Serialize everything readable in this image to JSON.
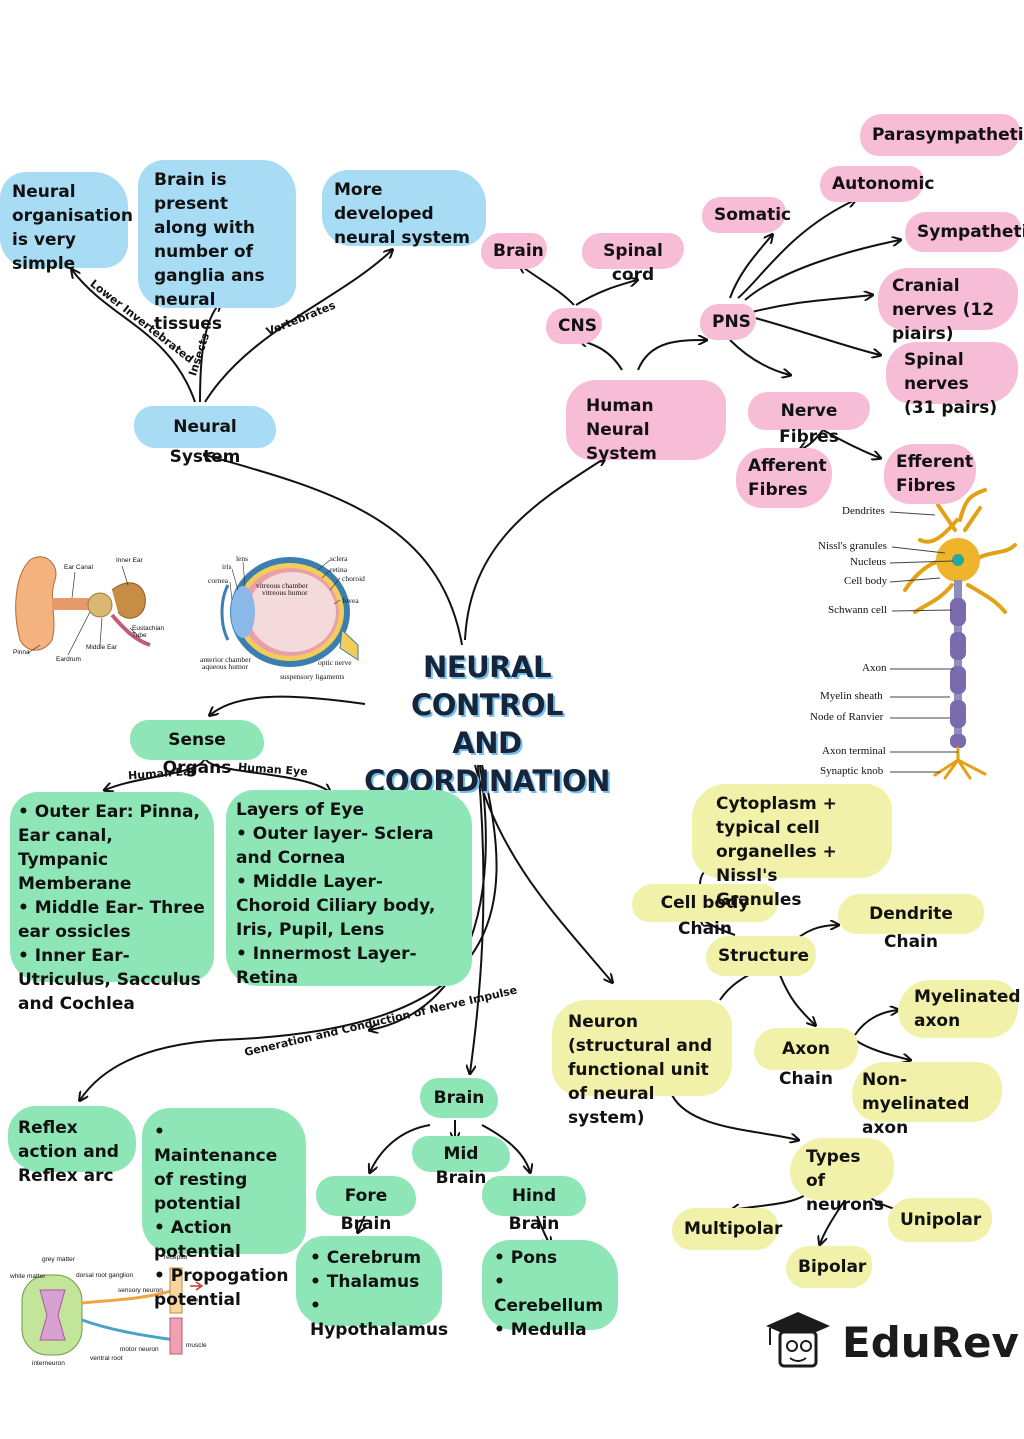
{
  "title": [
    "NEURAL CONTROL",
    "AND",
    "COORDINATION"
  ],
  "neural_system": {
    "root": "Neural System",
    "lower": "Neural organisation is very simple",
    "insects": "Brain is present along with number of ganglia ans neural tissues",
    "vertebrates": "More developed neural system",
    "labels": {
      "lower": "Lower Invertebrated",
      "insects": "Insects",
      "vertebrates": "Vertebrates"
    }
  },
  "human_neural": {
    "root": "Human Neural System",
    "cns": "CNS",
    "brain": "Brain",
    "spinal_cord": "Spinal cord",
    "pns": "PNS",
    "somatic": "Somatic",
    "autonomic": "Autonomic",
    "parasympathetic": "Parasympathetic",
    "sympathetic": "Sympathetic",
    "cranial": "Cranial nerves (12 piairs)",
    "spinal": "Spinal nerves (31 pairs)",
    "nerve_fibres": "Nerve Fibres",
    "afferent": "Afferent Fibres",
    "efferent": "Efferent Fibres"
  },
  "neuron_labels": [
    "Dendrites",
    "Nissl's granules",
    "Nucleus",
    "Cell body",
    "Schwann cell",
    "Axon",
    "Myelin sheath",
    "Node of Ranvier",
    "Axon terminal",
    "Synaptic knob"
  ],
  "ear_labels": [
    "Ear Canal",
    "Inner Ear",
    "Eustachian Tube",
    "Pinna",
    "Eardrum",
    "Middle Ear"
  ],
  "eye_labels": [
    "lens",
    "iris",
    "cornea",
    "vitreous chamber",
    "vitreous humor",
    "sclera",
    "retina",
    "choroid",
    "fovea",
    "anterior chamber",
    "aqueous humor",
    "optic nerve",
    "suspensory ligaments"
  ],
  "sense_organs": {
    "root": "Sense Organs",
    "ear_label": "Human Ear",
    "eye_label": "Human Eye",
    "ear": [
      "• Outer Ear: Pinna, Ear canal, Tympanic Memberane",
      "• Middle Ear- Three ear ossicles",
      "• Inner Ear- Utriculus, Sacculus and Cochlea"
    ],
    "eye": [
      "Layers of Eye",
      "• Outer layer- Sclera and Cornea",
      "• Middle Layer- Choroid Ciliary body, Iris, Pupil, Lens",
      "• Innermost Layer- Retina"
    ]
  },
  "neuron": {
    "root": "Neuron (structural and functional unit of neural system)",
    "structure": "Structure",
    "cell_body": "Cell body Chain",
    "cytoplasm": "Cytoplasm + typical cell organelles + Nissl's Granules",
    "dendrite": "Dendrite Chain",
    "axon": "Axon Chain",
    "myelinated": "Myelinated axon",
    "non_myelinated": "Non-myelinated axon",
    "types": "Types of neurons",
    "multipolar": "Multipolar",
    "bipolar": "Bipolar",
    "unipolar": "Unipolar"
  },
  "impulse": {
    "label": "Generation and Conduction of Nerve Impulse",
    "items": [
      "• Maintenance of resting potential",
      "• Action potential",
      "• Propogation potential"
    ],
    "reflex": "Reflex action and Reflex arc"
  },
  "reflex_labels": [
    "grey matter",
    "white matter",
    "dorsal root ganglion",
    "sensory neuron",
    "receptor",
    "pin",
    "interneuron",
    "ventral root",
    "motor neuron",
    "muscle"
  ],
  "brain": {
    "root": "Brain",
    "mid": "Mid Brain",
    "fore": "Fore Brain",
    "hind": "Hind Brain",
    "fore_items": [
      "• Cerebrum",
      "• Thalamus",
      "• Hypothalamus"
    ],
    "hind_items": [
      "• Pons",
      "• Cerebellum",
      "• Medulla"
    ]
  },
  "brand": "EduRev"
}
